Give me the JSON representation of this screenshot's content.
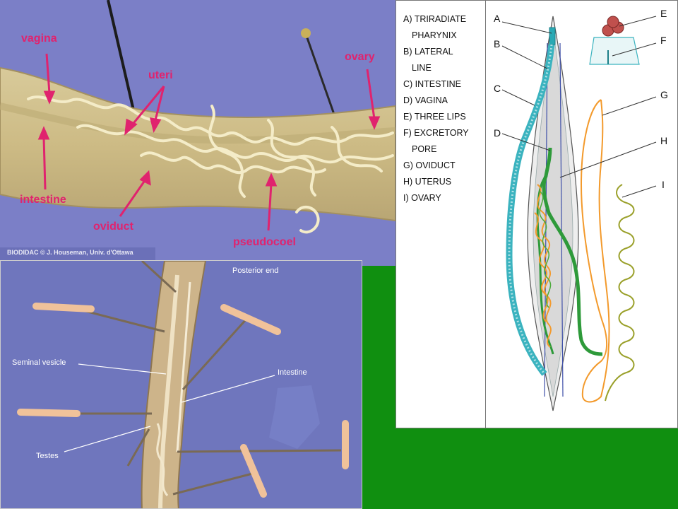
{
  "top_photo": {
    "labels": {
      "vagina": "vagina",
      "uteri": "uteri",
      "ovary": "ovary",
      "intestine": "intestine",
      "oviduct": "oviduct",
      "pseudocoel": "pseudocoel"
    },
    "credit": "BIODIDAC © J. Houseman, Univ. d'Ottawa",
    "label_color": "#e0236e"
  },
  "bottom_photo": {
    "labels": {
      "posterior_end": "Posterior end",
      "seminal_vesicle": "Seminal vesicle",
      "intestine": "Intestine",
      "testes": "Testes"
    }
  },
  "diagram": {
    "legend": [
      {
        "text": "A) TRIRADIATE"
      },
      {
        "text": "PHARYNIX",
        "indent": true
      },
      {
        "text": "B) LATERAL"
      },
      {
        "text": "LINE",
        "indent": true
      },
      {
        "text": "C) INTESTINE"
      },
      {
        "text": "D) VAGINA"
      },
      {
        "text": "E) THREE LIPS"
      },
      {
        "text": "F) EXCRETORY"
      },
      {
        "text": "PORE",
        "indent": true
      },
      {
        "text": "G) OVIDUCT"
      },
      {
        "text": "H) UTERUS"
      },
      {
        "text": "I) OVARY"
      }
    ],
    "letters": {
      "A": "A",
      "B": "B",
      "C": "C",
      "D": "D",
      "E": "E",
      "F": "F",
      "G": "G",
      "H": "H",
      "I": "I"
    },
    "colors": {
      "intestine": "#3bb3bf",
      "uterus": "#2e9a3a",
      "oviduct": "#f39a2c",
      "ovary": "#9aa02a",
      "lips": "#c0504d"
    }
  }
}
